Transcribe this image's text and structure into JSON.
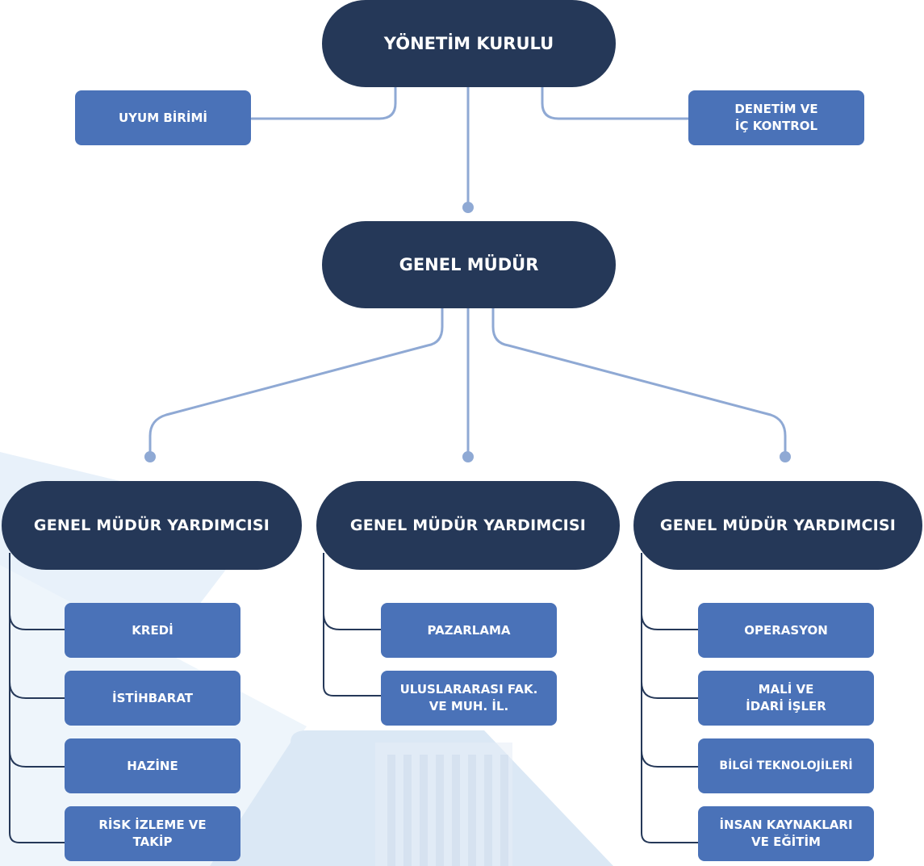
{
  "colors": {
    "dark_pill": "#253858",
    "unit_box": "#4a72b8",
    "connector": "#8fa9d4",
    "vp_bracket": "#253858",
    "background_decor": "#dde9f6"
  },
  "board": {
    "label": "YÖNETİM KURULU"
  },
  "compliance": {
    "label": "UYUM BİRİMİ"
  },
  "audit": {
    "lines": [
      "DENETİM VE",
      "İÇ KONTROL"
    ]
  },
  "general_manager": {
    "label": "GENEL MÜDÜR"
  },
  "vps": [
    {
      "label": "GENEL MÜDÜR YARDIMCISI",
      "units": [
        {
          "lines": [
            "KREDİ"
          ]
        },
        {
          "lines": [
            "İSTİHBARAT"
          ]
        },
        {
          "lines": [
            "HAZİNE"
          ]
        },
        {
          "lines": [
            "RİSK İZLEME VE",
            "TAKİP"
          ]
        }
      ]
    },
    {
      "label": "GENEL MÜDÜR YARDIMCISI",
      "units": [
        {
          "lines": [
            "PAZARLAMA"
          ]
        },
        {
          "lines": [
            "ULUSLARARASI FAK.",
            "VE MUH. İL."
          ]
        }
      ]
    },
    {
      "label": "GENEL MÜDÜR YARDIMCISI",
      "units": [
        {
          "lines": [
            "OPERASYON"
          ]
        },
        {
          "lines": [
            "MALİ VE",
            "İDARİ İŞLER"
          ]
        },
        {
          "lines": [
            "BİLGİ TEKNOLOJİLERİ"
          ]
        },
        {
          "lines": [
            "İNSAN KAYNAKLARI",
            "VE EĞİTİM"
          ]
        }
      ]
    }
  ]
}
